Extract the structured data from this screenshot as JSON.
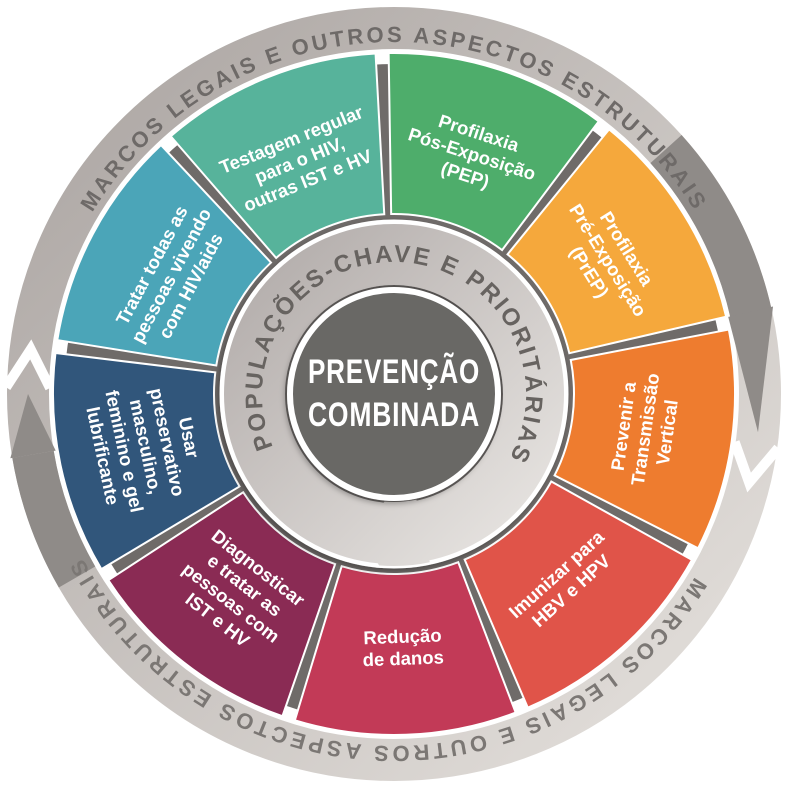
{
  "palette": {
    "background": "#ffffff",
    "band_silver_dark": "#aea8a5",
    "band_silver_light": "#e2deda",
    "band_arrow_gray": "#8f8b88",
    "band_text_gray": "#6e6a68",
    "band_text_gray_bottom": "#7b7774",
    "spoke_gray": "#6f6b69",
    "ring_silver_dark": "#b2acaa",
    "ring_silver_light": "#e9e6e3",
    "ring_text_gray": "#676360",
    "center_circle_gray": "#696765",
    "label_white": "#ffffff"
  },
  "outer_ring": {
    "top_label": "MARCOS LEGAIS E OUTROS ASPECTOS ESTRUTURAIS",
    "bottom_label": "MARCOS LEGAIS E OUTROS ASPECTOS ESTRUTURAIS"
  },
  "inner_ring": {
    "label": "POPULAÇÕES-CHAVE E PRIORITÁRIAS"
  },
  "center": {
    "lines": [
      "PREVENÇÃO",
      "COMBINADA"
    ]
  },
  "segments": [
    {
      "id": "pep",
      "angle": 288,
      "color": "#4ead6b",
      "lines": [
        "Profilaxia",
        "Pós-Exposição",
        "(PEP)"
      ]
    },
    {
      "id": "prep",
      "angle": 328,
      "color": "#f5a83c",
      "lines": [
        "Profilaxia",
        "Pré-Exposição",
        "(PrEP)"
      ]
    },
    {
      "id": "transmissao-vertical",
      "angle": 8,
      "color": "#ee7c2f",
      "lines": [
        "Prevenir a",
        "Transmissão",
        "Vertical"
      ]
    },
    {
      "id": "imunizar-hbv-hpv",
      "angle": 48,
      "color": "#e05449",
      "lines": [
        "Imunizar para",
        "HBV e HPV"
      ]
    },
    {
      "id": "reducao-de-danos",
      "angle": 88,
      "color": "#c23a57",
      "lines": [
        "Redução",
        "de danos"
      ]
    },
    {
      "id": "diagnosticar-tratar-ist-hv",
      "angle": 128,
      "color": "#8a2b54",
      "lines": [
        "Diagnosticar",
        "e tratar as",
        "pessoas com",
        "IST e HV"
      ]
    },
    {
      "id": "usar-preservativo",
      "angle": 168,
      "color": "#31567b",
      "lines": [
        "Usar",
        "preservativo",
        "masculino,",
        "feminino e gel",
        "lubrificante"
      ]
    },
    {
      "id": "tratar-pessoas-hiv-aids",
      "angle": 208,
      "color": "#4ba5b8",
      "lines": [
        "Tratar todas as",
        "pessoas vivendo",
        "com HIV/aids"
      ]
    },
    {
      "id": "testagem-regular",
      "angle": 248,
      "color": "#57b39b",
      "lines": [
        "Testagem regular",
        "para o HIV,",
        "outras IST e HV"
      ]
    }
  ]
}
